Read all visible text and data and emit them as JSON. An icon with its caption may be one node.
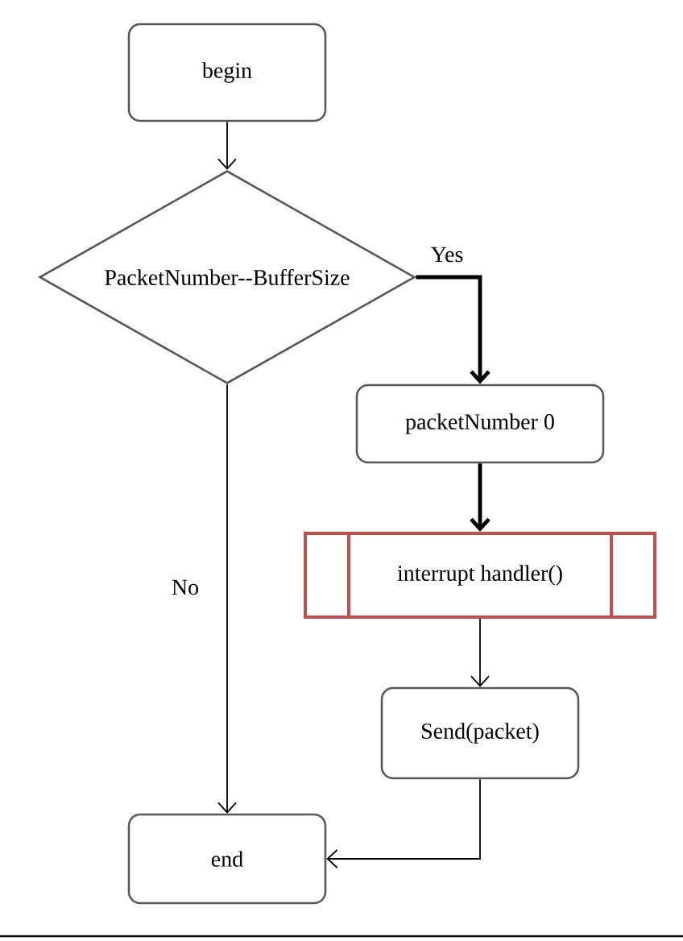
{
  "diagram": {
    "nodes": [
      {
        "text": [
          "begin"
        ]
      },
      {
        "text": [
          "PacketNumber--BufferSize"
        ]
      },
      {
        "text": [
          "packetNumber 0"
        ]
      },
      {
        "text": [
          "interrupt handler()"
        ]
      },
      {
        "text": [
          "Send(packet)"
        ]
      },
      {
        "text": [
          "end"
        ]
      }
    ],
    "edges": [
      {
        "from": 0,
        "to": 1,
        "arrow": "to"
      },
      {
        "from": 1,
        "to": 2,
        "arrow": "to",
        "label": "Yes",
        "style": "thick"
      },
      {
        "from": 2,
        "to": 3,
        "arrow": "to",
        "style": "thick"
      },
      {
        "from": 1,
        "to": 5,
        "arrow": "to",
        "label": "No"
      },
      {
        "from": 3,
        "to": 4,
        "arrow": "to"
      },
      {
        "from": 4,
        "to": 5,
        "arrow": "to"
      }
    ]
  }
}
